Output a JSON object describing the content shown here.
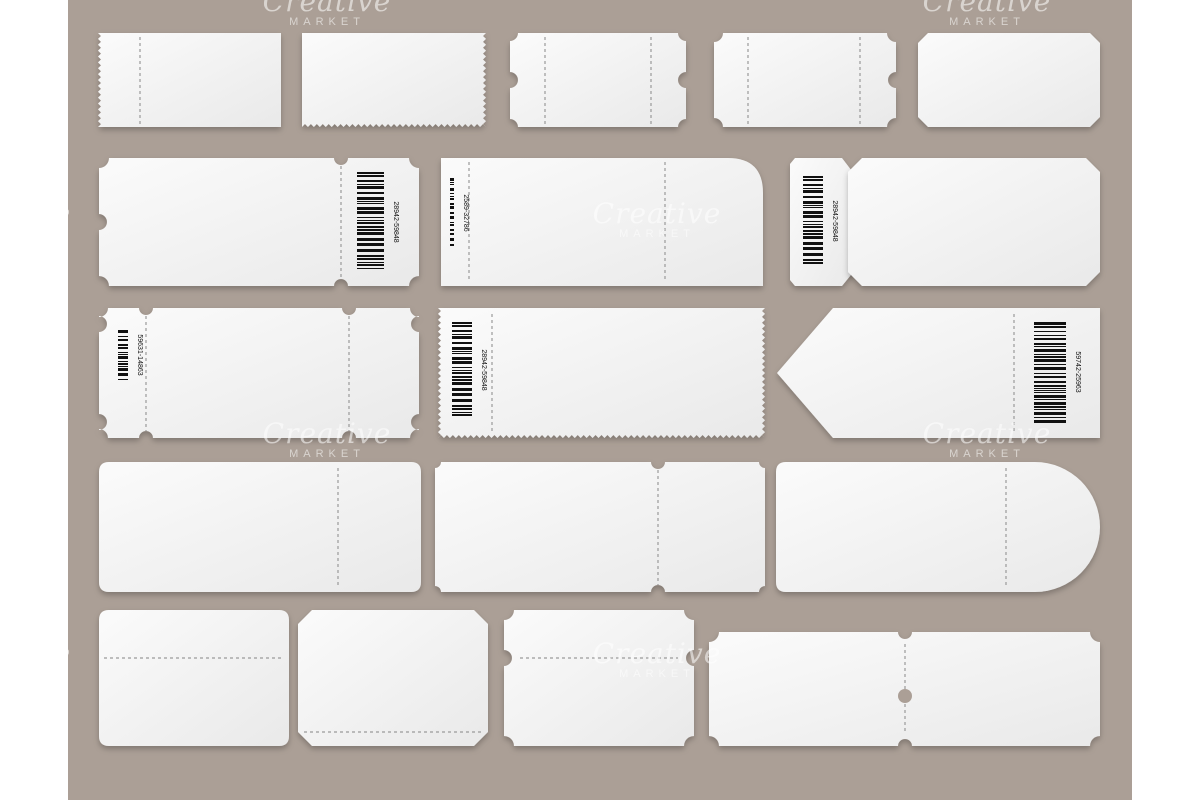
{
  "watermark": {
    "brand": "Creative",
    "sub": "MARKET"
  },
  "colors": {
    "board": "#ab9f96",
    "ticket": "#f7f7f7",
    "perforation": "#9a9a9a",
    "barcode": "#111111",
    "background": "#ffffff"
  },
  "tickets": [
    {
      "kind": "stub-left-perforated",
      "barcode": null
    },
    {
      "kind": "zigzag-top-bottom",
      "barcode": null
    },
    {
      "kind": "notched-two-stubs",
      "barcode": null
    },
    {
      "kind": "corner-notched-two-stubs",
      "barcode": null
    },
    {
      "kind": "cut-corners",
      "barcode": null
    },
    {
      "kind": "notched-stub-right",
      "barcode": "28942-59848"
    },
    {
      "kind": "rounded-stub-right",
      "barcode": "2589-32786"
    },
    {
      "kind": "octagon-stub-left",
      "barcode": "28942-59848"
    },
    {
      "kind": "notched-two-stubs",
      "barcode": "59631-14863"
    },
    {
      "kind": "zigzag-stub-left",
      "barcode": "28942-59848"
    },
    {
      "kind": "arrow-stub-right",
      "barcode": "59742-25963"
    },
    {
      "kind": "rounded-stub-right",
      "barcode": null
    },
    {
      "kind": "zigzag-stub-right",
      "barcode": null
    },
    {
      "kind": "arched-stub-right",
      "barcode": null
    },
    {
      "kind": "rounded-stub-top",
      "barcode": null
    },
    {
      "kind": "cut-corners-stub-bottom",
      "barcode": null
    },
    {
      "kind": "notched-stub-top",
      "barcode": null
    },
    {
      "kind": "notched-two-halves",
      "barcode": null
    }
  ]
}
